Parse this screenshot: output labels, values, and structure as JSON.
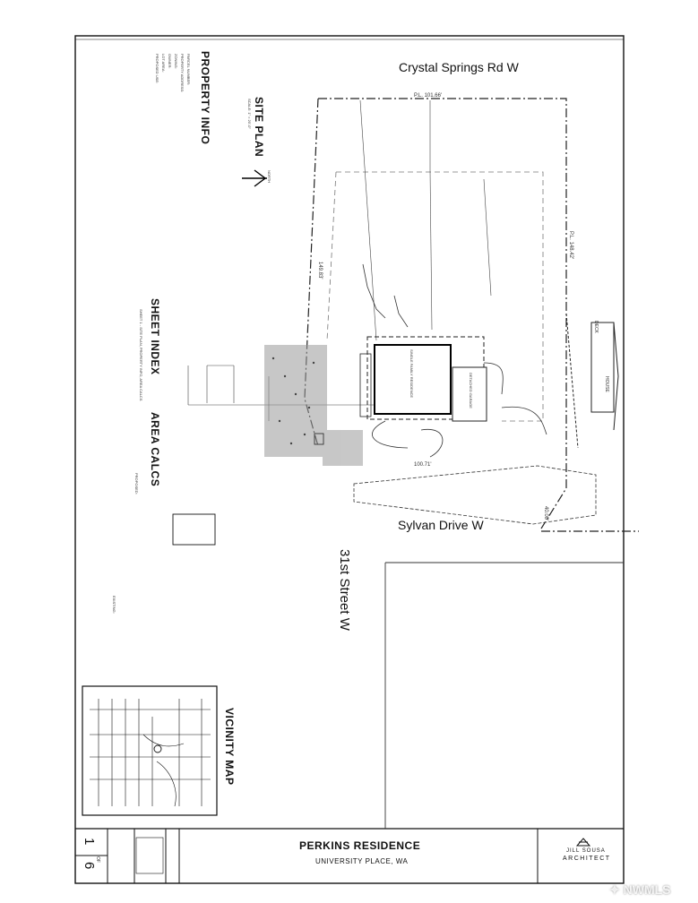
{
  "streets": {
    "north": "Crystal Springs Rd W",
    "south": "Sylvan Drive W",
    "west": "31st Street W"
  },
  "site_plan": {
    "title": "SITE PLAN",
    "north_label": "NORTH",
    "scale_note": "SCALE: 1\" = 20'-0\"",
    "dimensions": {
      "north_line": "P.L. 101.66'",
      "east_line": "P.L. 148.42'",
      "west_line": "149.83'",
      "south_line": "100.71'",
      "driveway": "40.00'"
    },
    "house_label": "SINGLE FAMILY RESIDENCE",
    "garage_label": "DETACHED GARAGE",
    "deck_label": "DECK",
    "neighbor_house_label": "HOUSE"
  },
  "property_info": {
    "title": "PROPERTY INFO",
    "rows": [
      "PARCEL NUMBER:",
      "PROPERTY ADDRESS:",
      "ZONING:",
      "OWNER:",
      "LOT AREA:",
      "PROPOSED USE:"
    ]
  },
  "sheet_index": {
    "title": "SHEET INDEX",
    "rows": [
      "SHEET 1 - SITE PLAN, PROPERTY INFO, AREA CALCS"
    ]
  },
  "area_calcs": {
    "title": "AREA CALCS",
    "existing_header": "EXISTING:",
    "proposed_header": "PROPOSED:"
  },
  "vicinity_map": {
    "title": "VICINITY MAP"
  },
  "title_block": {
    "project": "PERKINS RESIDENCE",
    "location": "UNIVERSITY PLACE, WA",
    "sheet": "1",
    "of_label": "OF",
    "total": "6",
    "architect_name": "JILL SOUSA",
    "architect_title": "ARCHITECT"
  },
  "watermark": "NWMLS"
}
